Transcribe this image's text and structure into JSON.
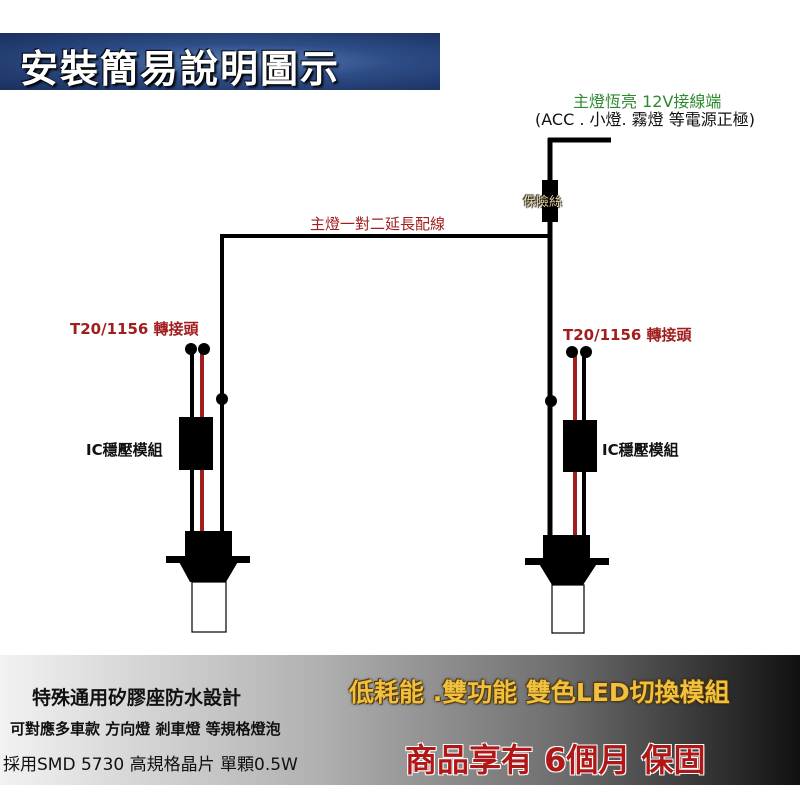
{
  "title": "安裝簡易說明圖示",
  "power_label": "主燈恆亮 12V接線端",
  "power_sub": "(ACC . 小燈. 霧燈 等電源正極)",
  "fuse_label": "保險絲",
  "extension_label": "主燈一對二延長配線",
  "left": {
    "adapter_label": "T20/1156 轉接頭",
    "module_label": "IC穩壓模組"
  },
  "right": {
    "adapter_label": "T20/1156 轉接頭",
    "module_label": "IC穩壓模組"
  },
  "banner": {
    "line1": "特殊通用矽膠座防水設計",
    "line2": "可對應多車款 方向燈 剎車燈 等規格燈泡",
    "line3": "採用SMD 5730 高規格晶片 單顆0.5W",
    "features": "低耗能 .雙功能 雙色LED切換模組",
    "warranty": "商品享有 6個月 保固"
  },
  "colors": {
    "wire_red": "#a01e1e",
    "wire_black": "#000000",
    "label_green": "#2f8a2f"
  }
}
